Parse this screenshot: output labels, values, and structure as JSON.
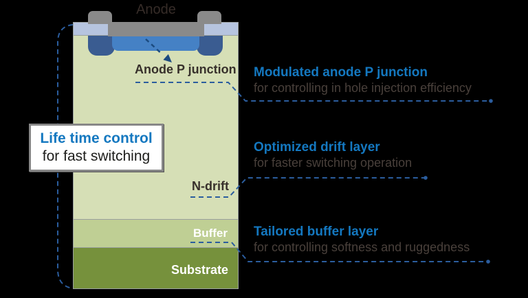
{
  "colors": {
    "background": "#000000",
    "accent_blue": "#1478c0",
    "connector_dash_blue": "#2b5d9e",
    "arrow_navy": "#1c4b80",
    "metal_gray": "#8a8a8a",
    "surface_contact_lavender": "#b6c4df",
    "anode_p_junction_blue": "#4581c5",
    "p_well_dark_blue": "#3a5c91",
    "n_drift_green": "#d6dfb6",
    "buffer_green": "#bfcf94",
    "substrate_olive": "#76913c",
    "device_label_dark": "#37302b",
    "annotation_subtitle_gray": "#49403b"
  },
  "device": {
    "anode_label": "Anode",
    "anode_p_junction_label": "Anode P junction",
    "n_drift_label": "N-drift",
    "buffer_label": "Buffer",
    "substrate_label": "Substrate"
  },
  "callout_box": {
    "title": "Life time control",
    "subtitle": "for fast switching"
  },
  "annotations": [
    {
      "title": "Modulated anode P junction",
      "subtitle": "for controlling in hole injection efficiency"
    },
    {
      "title": "Optimized drift layer",
      "subtitle": "for faster switching operation"
    },
    {
      "title": "Tailored buffer layer",
      "subtitle": "for controlling softness and ruggedness"
    }
  ]
}
